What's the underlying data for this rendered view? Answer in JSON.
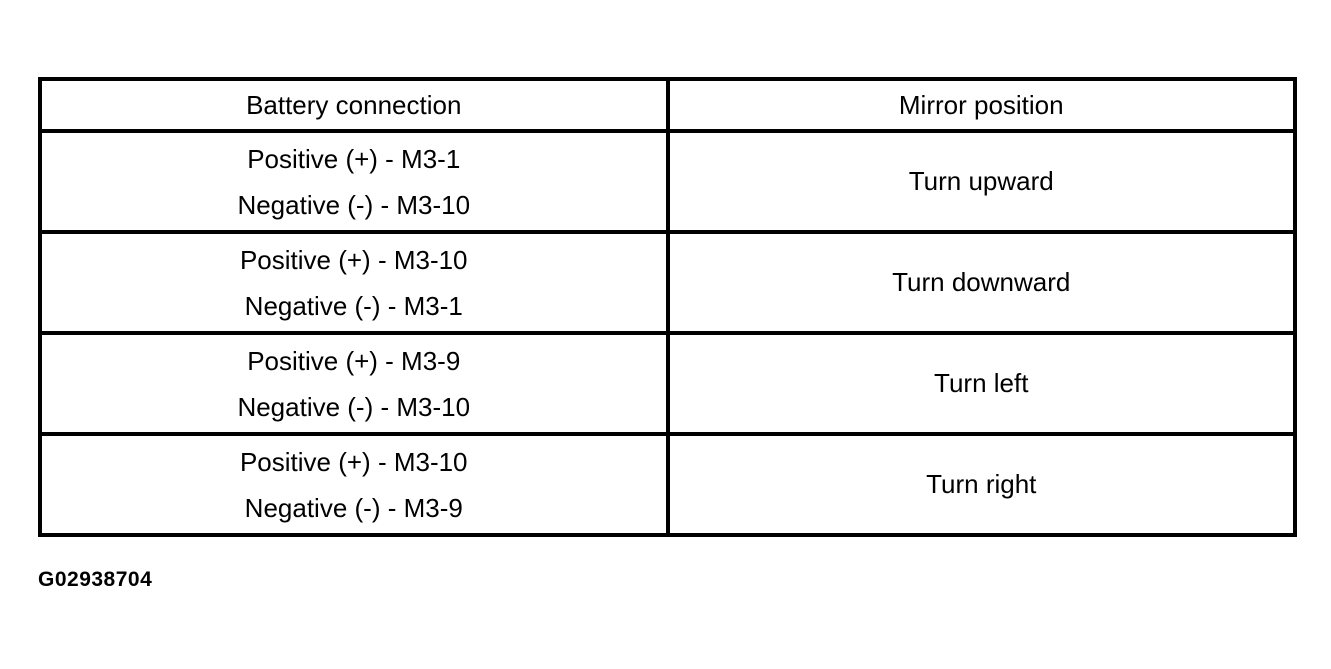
{
  "table": {
    "columns": [
      {
        "label": "Battery connection"
      },
      {
        "label": "Mirror position"
      }
    ],
    "rows": [
      {
        "battery_line1": "Positive (+) - M3-1",
        "battery_line2": "Negative (-) - M3-10",
        "mirror": "Turn upward"
      },
      {
        "battery_line1": "Positive (+) - M3-10",
        "battery_line2": "Negative (-) - M3-1",
        "mirror": "Turn downward"
      },
      {
        "battery_line1": "Positive (+) - M3-9",
        "battery_line2": "Negative (-) - M3-10",
        "mirror": "Turn left"
      },
      {
        "battery_line1": "Positive (+) - M3-10",
        "battery_line2": "Negative (-) - M3-9",
        "mirror": "Turn right"
      }
    ]
  },
  "caption": "G02938704"
}
